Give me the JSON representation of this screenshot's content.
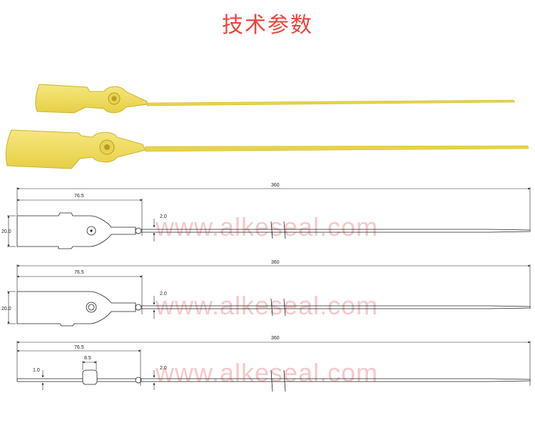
{
  "title": "技术参数",
  "watermark": "www.alkeseal.com",
  "colors": {
    "title": "#e8463a",
    "seal_fill": "#f2e06a",
    "seal_edge": "#c9b52e",
    "line": "#222222",
    "watermark": "#f6c9c9"
  },
  "drawings": [
    {
      "name": "top-view-1",
      "total_length": "360",
      "tag_length": "76.5",
      "tag_height": "20.0",
      "strap_width": "2.0"
    },
    {
      "name": "top-view-2",
      "total_length": "360",
      "tag_length": "76.5",
      "tag_height": "20.0",
      "strap_width": "2.0"
    },
    {
      "name": "side-view",
      "total_length": "360",
      "tag_length": "76.5",
      "lock_width": "8.5",
      "tag_thickness": "1.0",
      "strap_width": "2.0"
    }
  ]
}
